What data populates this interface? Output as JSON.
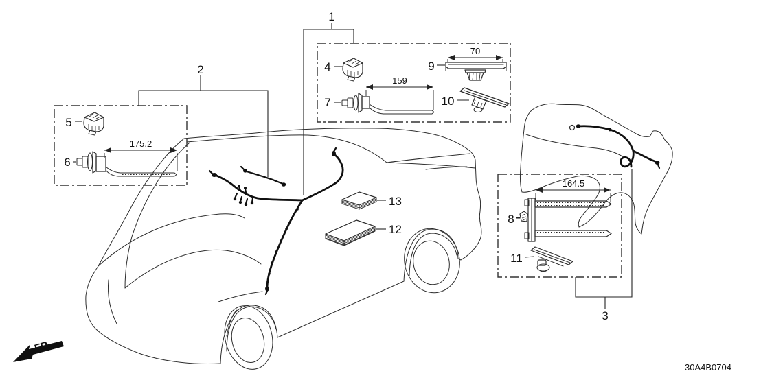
{
  "diagram": {
    "code": "30A4B0704",
    "orientation_label": "FR."
  },
  "callouts": {
    "c1": "1",
    "c2": "2",
    "c3": "3",
    "c4": "4",
    "c5": "5",
    "c6": "6",
    "c7": "7",
    "c8": "8",
    "c9": "9",
    "c10": "10",
    "c11": "11",
    "c12": "12",
    "c13": "13"
  },
  "dimensions": {
    "bracket9_length": "70",
    "clip7_tape_length": "159",
    "strap8_length": "164.5",
    "clip6_tape_length": "175.2"
  }
}
